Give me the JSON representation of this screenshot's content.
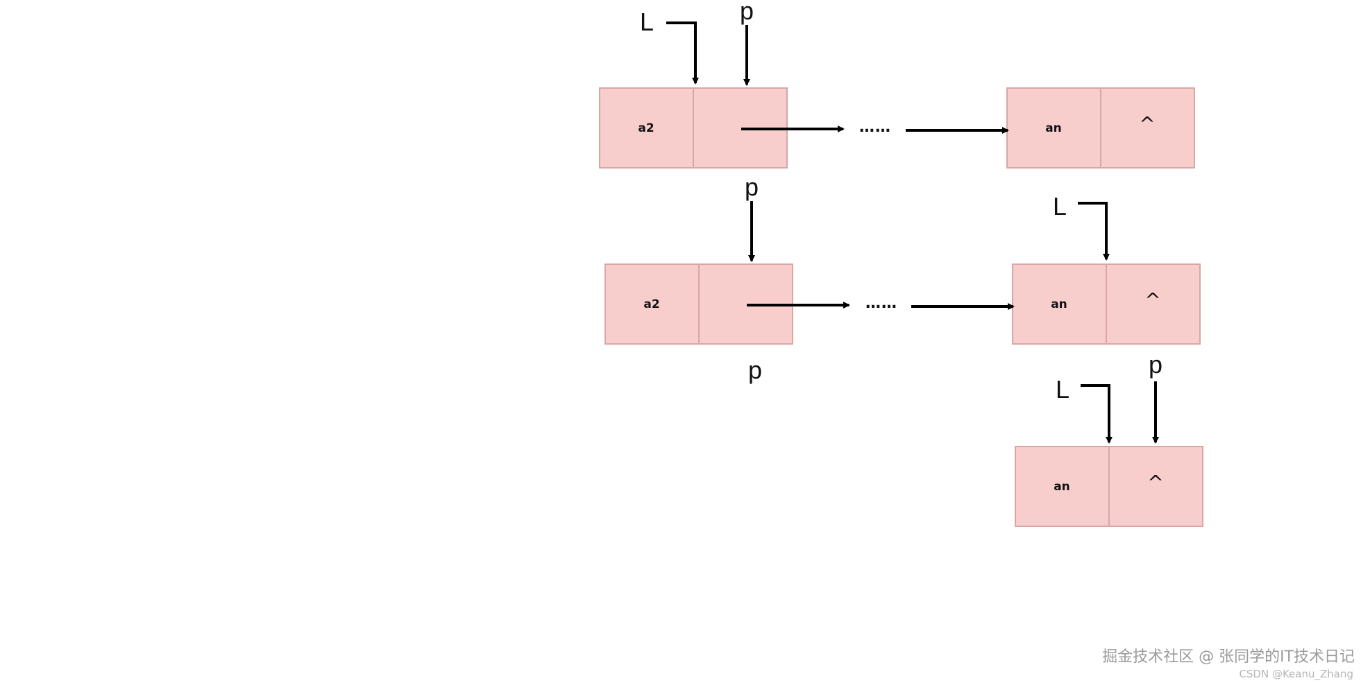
{
  "colors": {
    "node_fill": "#f8cecc",
    "node_stroke": "#d9a6a4",
    "ink": "#000000"
  },
  "rows": [
    {
      "first_node": {
        "data": "a2",
        "next": ""
      },
      "last_node": {
        "data": "an",
        "next": "^"
      },
      "ellipsis": "……",
      "pointers": [
        {
          "label": "L",
          "target": "first_node.next"
        },
        {
          "label": "p",
          "target": "first_node.next"
        }
      ]
    },
    {
      "first_node": {
        "data": "a2",
        "next": ""
      },
      "last_node": {
        "data": "an",
        "next": "^"
      },
      "ellipsis": "……",
      "pointers": [
        {
          "label": "p",
          "target": "first_node.next"
        },
        {
          "label": "L",
          "target": "last_node.data"
        }
      ],
      "floating_label": "p"
    },
    {
      "last_node": {
        "data": "an",
        "next": "^"
      },
      "pointers": [
        {
          "label": "p",
          "target": "last_node.next"
        },
        {
          "label": "L",
          "target": "last_node.data"
        }
      ]
    }
  ],
  "watermark": {
    "main": "掘金技术社区 @ 张同学的IT技术日记",
    "sub": "CSDN @Keanu_Zhang"
  }
}
